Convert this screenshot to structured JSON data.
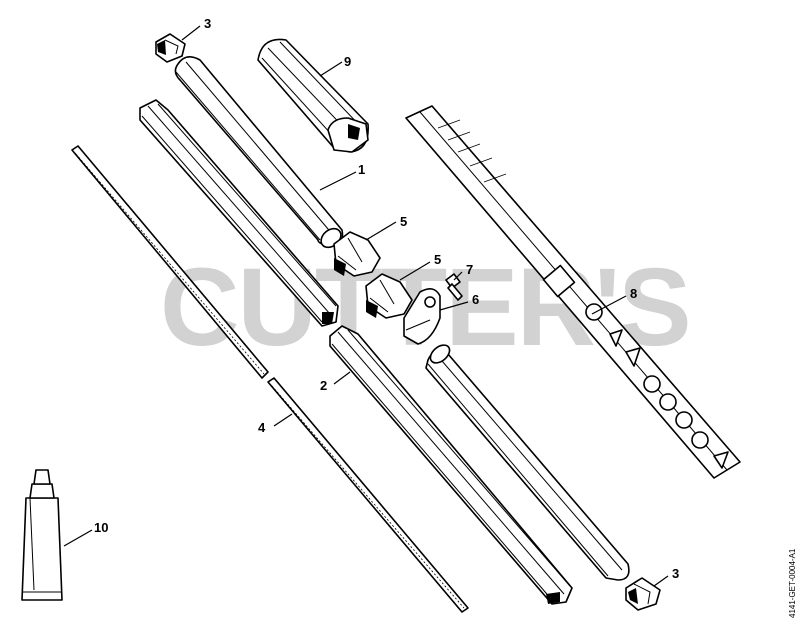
{
  "watermark": "CUTTER'S",
  "document_id": "4141-GET-0004-A1",
  "callouts": {
    "c1": "1",
    "c2": "2",
    "c3a": "3",
    "c3b": "3",
    "c4": "4",
    "c5a": "5",
    "c5b": "5",
    "c6": "6",
    "c7": "7",
    "c8": "8",
    "c9": "9",
    "c10": "10"
  }
}
